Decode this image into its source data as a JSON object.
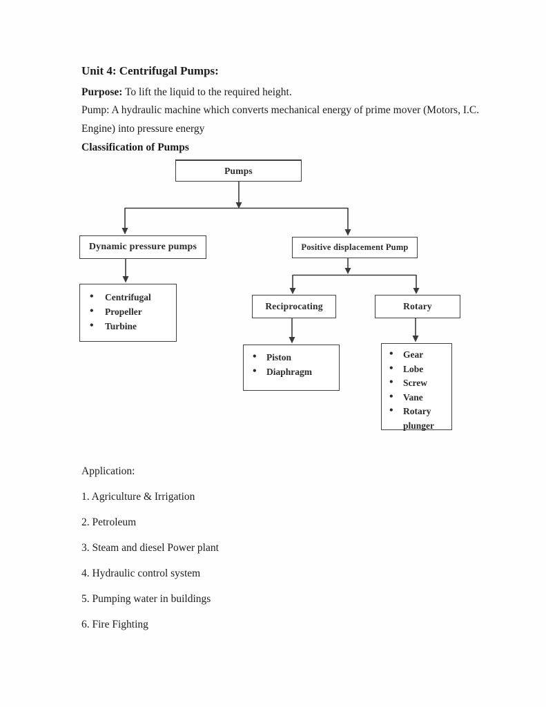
{
  "page": {
    "title": "Unit 4: Centrifugal Pumps:",
    "purpose_label": "Purpose:",
    "purpose_text": " To lift the liquid to the required height.",
    "pump_def_line1": "Pump: A hydraulic machine which converts mechanical energy of prime mover (Motors, I.C.",
    "pump_def_line2": "Engine) into pressure energy",
    "classification_heading": "Classification of Pumps"
  },
  "flowchart": {
    "root_label": "Pumps",
    "dynamic": {
      "label": "Dynamic pressure pumps",
      "items": [
        "Centrifugal",
        "Propeller",
        "Turbine"
      ]
    },
    "positive": {
      "label": "Positive displacement Pump",
      "reciprocating": {
        "label": "Reciprocating",
        "items": [
          "Piston",
          "Diaphragm"
        ]
      },
      "rotary": {
        "label": "Rotary",
        "items": [
          "Gear",
          "Lobe",
          "Screw",
          "Vane",
          "Rotary plunger"
        ]
      }
    }
  },
  "applications": {
    "heading": "Application:",
    "items": [
      "1. Agriculture & Irrigation",
      "2. Petroleum",
      "3. Steam and diesel Power plant",
      "4. Hydraulic control system",
      "5. Pumping water in buildings",
      "6. Fire Fighting"
    ]
  },
  "colors": {
    "text": "#1c1c1c",
    "diagram_stroke": "#3e3e3e",
    "background": "#fefefe"
  }
}
